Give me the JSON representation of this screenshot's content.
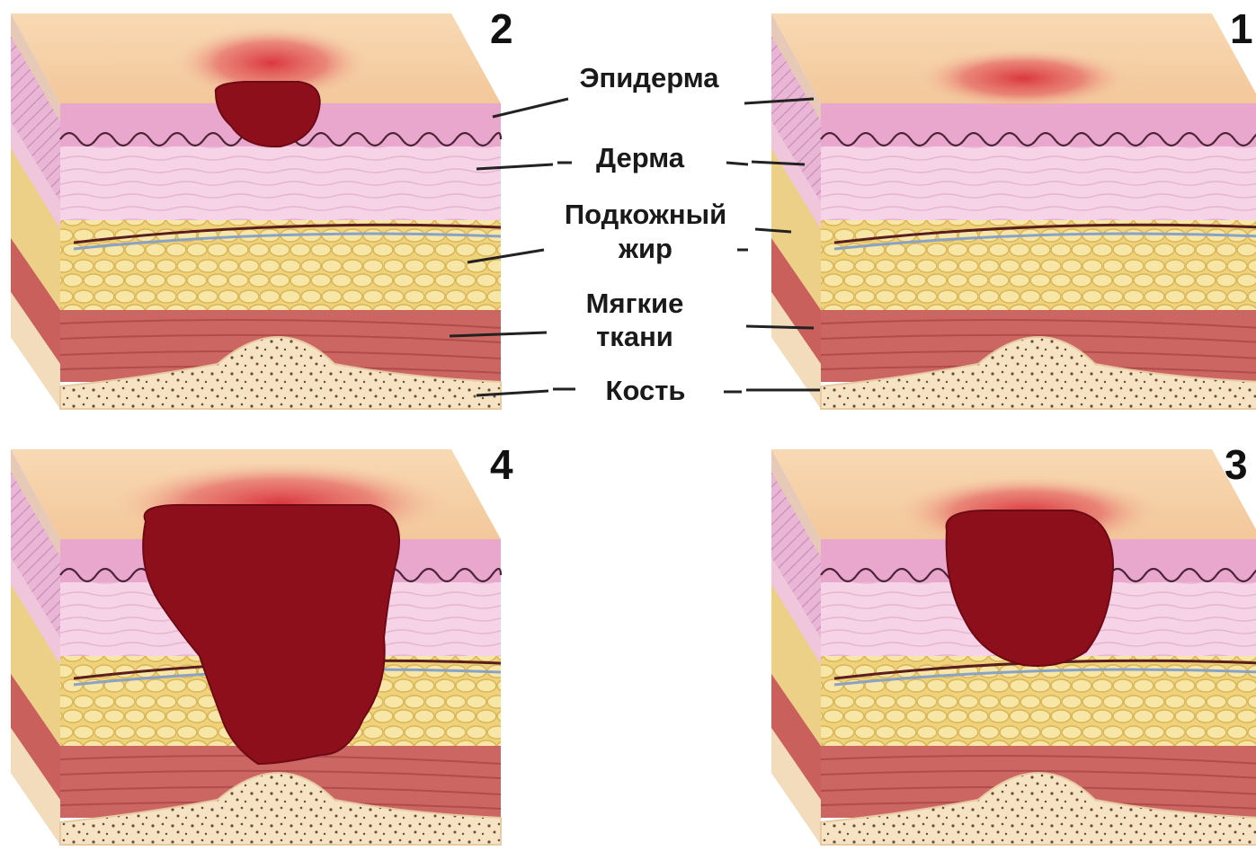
{
  "labels": {
    "epidermis": "Эпидерма",
    "dermis": "Дерма",
    "subcutaneous_line1": "Подкожный",
    "subcutaneous_line2": "жир",
    "soft_tissue_line1": "Мягкие",
    "soft_tissue_line2": "ткани",
    "bone": "Кость"
  },
  "panels": [
    {
      "stage": "1",
      "wound_depth": "none",
      "position": "top-right"
    },
    {
      "stage": "2",
      "wound_depth": "dermis",
      "position": "top-left"
    },
    {
      "stage": "3",
      "wound_depth": "subcutaneous-fat",
      "position": "bottom-right"
    },
    {
      "stage": "4",
      "wound_depth": "bone",
      "position": "bottom-left"
    }
  ],
  "colors": {
    "top_surface": "#f6d2a8",
    "epidermis": "#e9a6cc",
    "dermis": "#f5cde4",
    "fat": "#f0d77e",
    "muscle": "#c75a58",
    "bone": "#f5e2c2",
    "wound": "#8e0f1c",
    "redness": "#d9303a"
  }
}
